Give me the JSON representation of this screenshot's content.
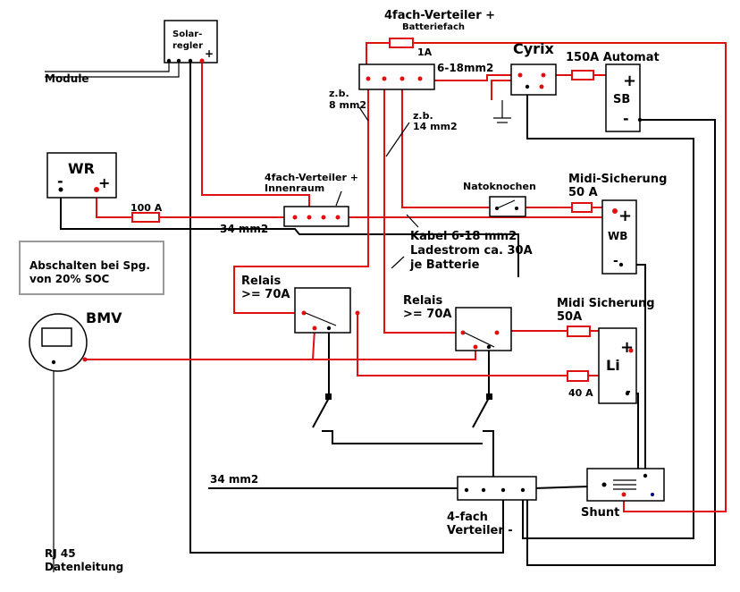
{
  "labels": {
    "solar_regler": [
      "Solar-",
      "regler"
    ],
    "solar_plus": "+",
    "module": "Module",
    "verteiler_batterie": "4fach-Verteiler +",
    "batteriefach": "Batteriefach",
    "fuse_1a": "1A",
    "cyrix": "Cyrix",
    "cable_6_18": "6-18mm2",
    "automat_150a": "150A Automat",
    "sb_plus": "+",
    "sb": "SB",
    "sb_minus": "-",
    "zb_8": [
      "z.b.",
      "8 mm2"
    ],
    "zb_14": [
      "z.b.",
      "14 mm2"
    ],
    "wr": "WR",
    "wr_minus": "-",
    "wr_plus": "+",
    "verteiler_innen": [
      "4fach-Verteiler +",
      "Innenraum"
    ],
    "natoknochen": "Natoknochen",
    "midi_50_wb": [
      "Midi-Sicherung",
      "50 A"
    ],
    "fuse_100a": "100 A",
    "cable_34_top": "34 mm2",
    "wb_plus": "+",
    "wb": "WB",
    "wb_minus": "-",
    "kabel_note": [
      "Kabel 6-18 mm2",
      "Ladestrom ca. 30A",
      "je Batterie"
    ],
    "soc_note": [
      "Abschalten bei Spg.",
      "von 20% SOC"
    ],
    "relais_1": [
      "Relais",
      ">= 70A"
    ],
    "relais_2": [
      "Relais",
      ">= 70A"
    ],
    "midi_50_li": [
      "Midi Sicherung",
      "50A"
    ],
    "bmv": "BMV",
    "li_plus": "+",
    "li": "Li",
    "li_minus": "-",
    "fuse_40a": "40 A",
    "cable_34_bottom": "34 mm2",
    "verteiler_minus": [
      "4-fach",
      "Verteiler -"
    ],
    "shunt": "Shunt",
    "rj45": [
      "RJ 45",
      "Datenleitung"
    ]
  },
  "colors": {
    "positive_wire": "#e01010",
    "negative_wire": "#000000",
    "soc_box_border": "#9a9a9a"
  }
}
